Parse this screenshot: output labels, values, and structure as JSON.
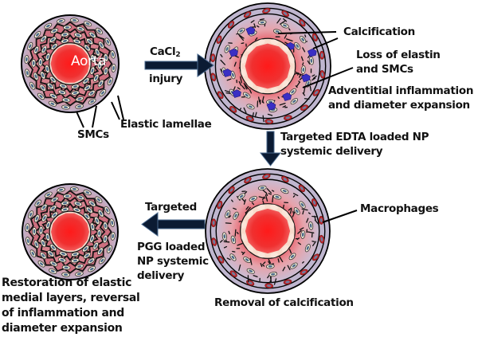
{
  "figure": {
    "panels": [
      {
        "id": "healthy-aorta",
        "center_label": "Aorta",
        "labels": [
          "SMCs",
          "Elastic lamellae"
        ]
      },
      {
        "id": "injured-aorta",
        "labels": [
          "Calcification",
          "Loss of elastin",
          "and SMCs",
          "Adventitial inflammation",
          "and diameter expansion"
        ]
      },
      {
        "id": "edta-treated-aorta",
        "labels": [
          "Macrophages"
        ],
        "caption": "Removal of calcification"
      },
      {
        "id": "restored-aorta",
        "caption_lines": [
          "Restoration of elastic",
          "medial layers, reversal",
          "of inflammation and",
          "diameter expansion"
        ]
      }
    ],
    "arrows": [
      {
        "id": "arrow-cacl2",
        "label_top_main": "CaCl",
        "label_top_sub": "2",
        "label_bottom": "injury"
      },
      {
        "id": "arrow-edta",
        "label_lines": [
          "Targeted EDTA loaded NP",
          "systemic delivery"
        ]
      },
      {
        "id": "arrow-pgg",
        "label_top": "Targeted",
        "label_lines": [
          "PGG loaded",
          "NP systemic",
          "delivery"
        ]
      }
    ]
  },
  "colors": {
    "lumen": "#f21d1d",
    "media": "#d9868f",
    "adventitia": "#b7aec6",
    "smc": "#4a6a8a",
    "calcification": "#3a2fc4",
    "macrophage": "#c1272d",
    "arrow": "#0b1b33"
  }
}
